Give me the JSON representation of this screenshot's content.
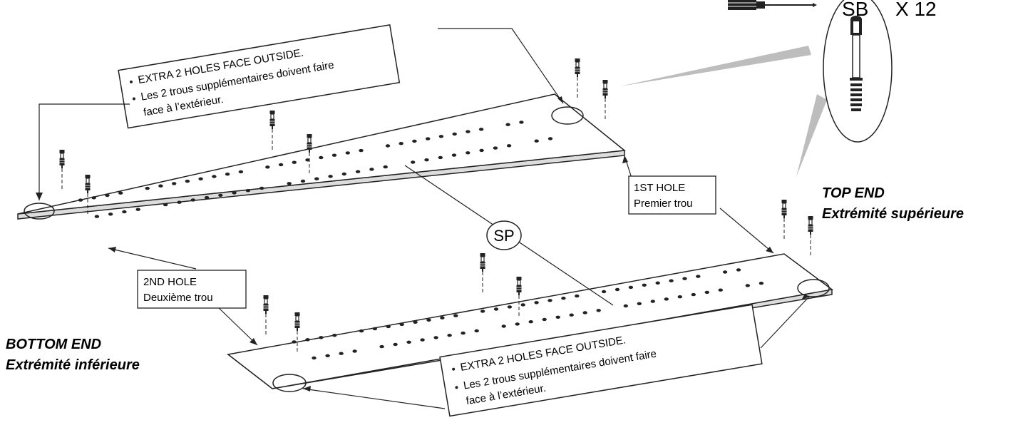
{
  "callout_top": {
    "line1": "EXTRA 2 HOLES FACE OUTSIDE.",
    "line2": "Les 2 trous supplémentaires doivent faire",
    "line3": "face à l’extérieur."
  },
  "callout_bottom": {
    "line1": "EXTRA 2 HOLES FACE OUTSIDE.",
    "line2": "Les 2 trous supplémentaires doivent faire",
    "line3": "face à l’extérieur."
  },
  "first_hole": {
    "en": "1ST HOLE",
    "fr": "Premier trou"
  },
  "second_hole": {
    "en": "2ND HOLE",
    "fr": "Deuxième trou"
  },
  "top_end": {
    "en": "TOP END",
    "fr": "Extrémité supérieure"
  },
  "bottom_end": {
    "en": "BOTTOM END",
    "fr": "Extrémité inférieure"
  },
  "part_label": "SP",
  "hardware": {
    "code": "SB",
    "quantity": "X 12"
  }
}
